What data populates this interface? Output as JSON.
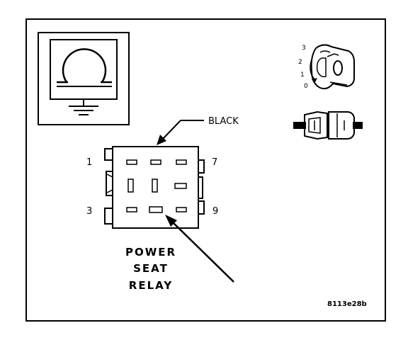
{
  "connector": {
    "color_label": "BLACK",
    "pin_labels": [
      "1",
      "3",
      "7",
      "9"
    ]
  },
  "component": {
    "title_lines": [
      "POWER",
      "SEAT",
      "RELAY"
    ]
  },
  "key_icon": {
    "position_labels": [
      "3",
      "2",
      "1",
      "0"
    ]
  },
  "figure_code": "8113e28b",
  "icons": {
    "ground_symbol": "ground-symbol-icon",
    "ignition_key": "ignition-key-icon",
    "connector_plug": "connector-plug-icon"
  },
  "colors": {
    "stroke": "#000000",
    "background": "#ffffff"
  }
}
